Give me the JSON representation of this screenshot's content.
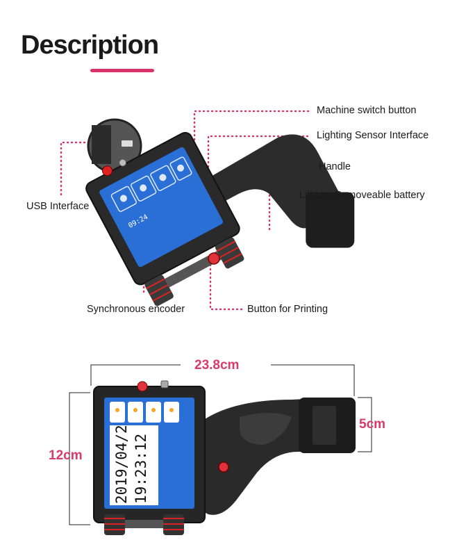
{
  "heading": {
    "title": "Description"
  },
  "callouts": {
    "machine_switch": "Machine switch button",
    "lighting_sensor": "Lighting Sensor Interface",
    "handle": "Handle",
    "battery": "Lithium Removeable battery",
    "usb": "USB Interface",
    "encoder": "Synchronous encoder",
    "print_button": "Button for Printing"
  },
  "dimensions": {
    "length": "23.8cm",
    "height": "12cm",
    "battery_width": "5cm"
  },
  "device_screen": {
    "date": "2019/04/2",
    "time": "19:23:12",
    "mini_time": "09:24"
  },
  "colors": {
    "accent": "#d8336a",
    "leader_dots": "#d8336a",
    "screen_blue": "#2a6fd6"
  }
}
